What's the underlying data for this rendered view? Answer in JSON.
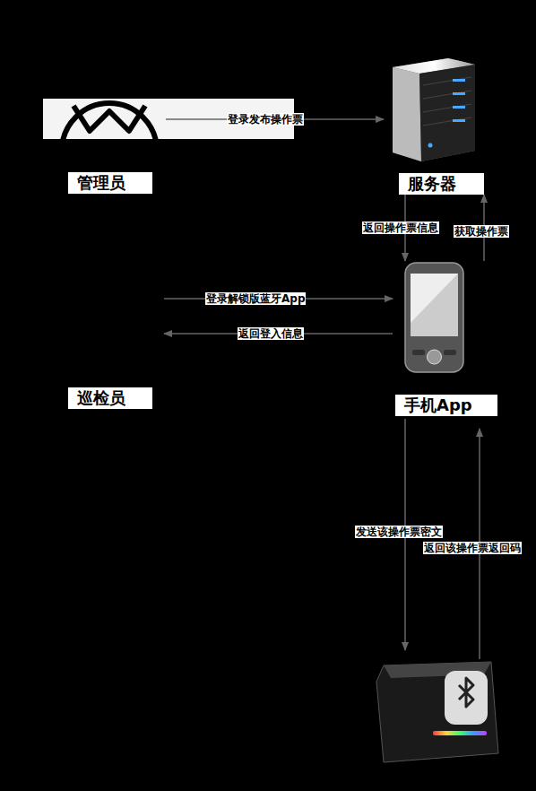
{
  "diagram": {
    "nodes": [
      {
        "text": [
          "管理员"
        ]
      },
      {
        "text": [
          "服务器"
        ]
      },
      {
        "text": [
          "巡检员"
        ]
      },
      {
        "text": [
          "手机App"
        ]
      }
    ],
    "edges": [
      {
        "from": 0,
        "to": 1,
        "label": "登录发布操作票",
        "arrow": "to"
      },
      {
        "from": 1,
        "to": 3,
        "label": "返回操作票信息",
        "arrow": "to"
      },
      {
        "from": 3,
        "to": 1,
        "label": "获取操作票",
        "arrow": "to"
      },
      {
        "from": 2,
        "to": 3,
        "label": "登录解锁版蓝牙App",
        "arrow": "to"
      },
      {
        "from": 3,
        "to": 2,
        "label": "返回登入信息",
        "arrow": "to"
      }
    ],
    "labels": [
      "发送该操作票密文",
      "返回该操作票返回码"
    ]
  }
}
